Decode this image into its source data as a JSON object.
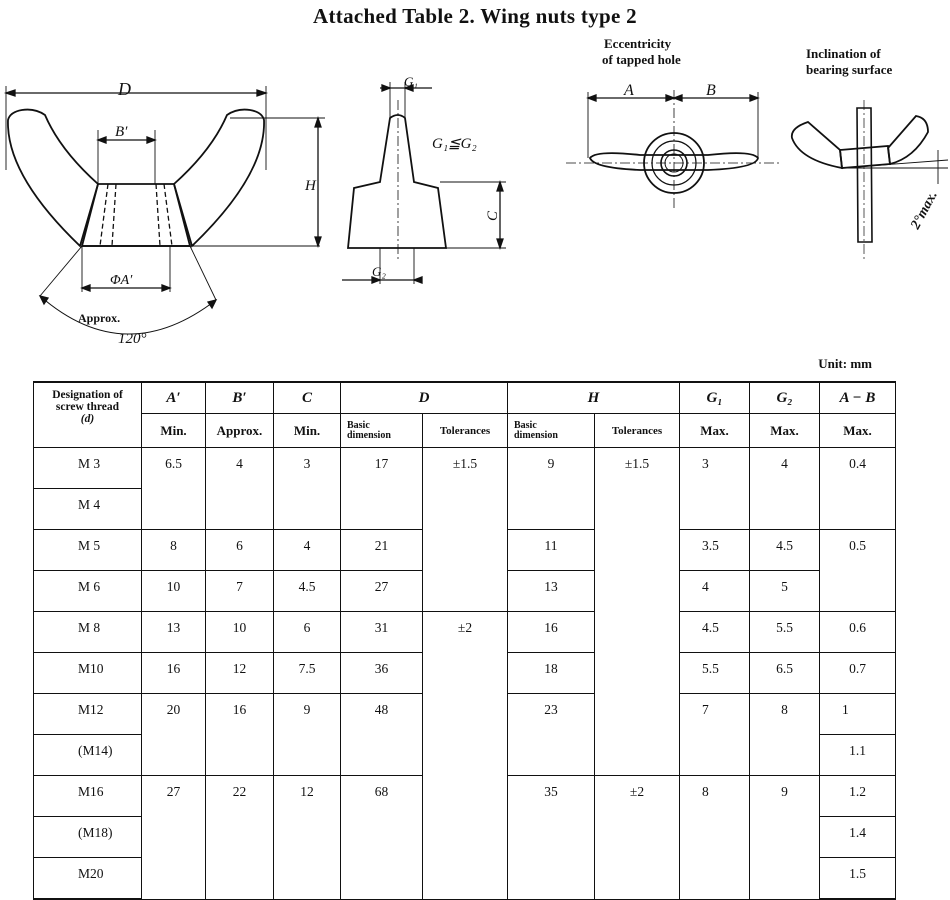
{
  "title": "Attached Table 2.   Wing nuts type 2",
  "unit": "Unit: mm",
  "figures": {
    "label_D": "D",
    "label_B_prime": "B′",
    "label_H": "H",
    "label_phiA": "ΦA′",
    "label_approx": "Approx.",
    "label_120": "120°",
    "label_G1": "G₁",
    "label_G2": "G₂",
    "label_G_relation": "G₁≦G₂",
    "label_C": "C",
    "label_A": "A",
    "label_B": "B",
    "eccentricity_line1": "Eccentricity",
    "eccentricity_line2": "of tapped hole",
    "inclination_line1": "Inclination of",
    "inclination_line2": "bearing surface",
    "label_2max": "2°max."
  },
  "table": {
    "headers": {
      "designation_l1": "Designation of",
      "designation_l2": "screw thread",
      "designation_l3": "(d)",
      "A_prime": "A′",
      "B_prime": "B′",
      "C": "C",
      "D": "D",
      "H": "H",
      "G1": "G₁",
      "G2": "G₂",
      "AB": "A − B",
      "min": "Min.",
      "approx": "Approx.",
      "basic_l1": "Basic",
      "basic_l2": "dimension",
      "tolerances": "Tolerances",
      "max": "Max."
    },
    "threads": [
      "M 3",
      "M 4",
      "M 5",
      "M 6",
      "M 8",
      "M10",
      "M12",
      "(M14)",
      "M16",
      "(M18)",
      "M20"
    ],
    "A_min": [
      "6.5",
      "8",
      "10",
      "13",
      "16",
      "20",
      "27"
    ],
    "B_approx": [
      "4",
      "6",
      "7",
      "10",
      "12",
      "16",
      "22"
    ],
    "C_min": [
      "3",
      "4",
      "4.5",
      "6",
      "7.5",
      "9",
      "12"
    ],
    "D_basic": [
      "17",
      "21",
      "27",
      "31",
      "36",
      "48",
      "68"
    ],
    "D_tol": [
      "±1.5",
      "±2"
    ],
    "H_basic": [
      "9",
      "11",
      "13",
      "16",
      "18",
      "23",
      "35"
    ],
    "H_tol": [
      "±1.5",
      "±2"
    ],
    "G1_max": [
      "3",
      "3.5",
      "4",
      "4.5",
      "5.5",
      "7",
      "8"
    ],
    "G2_max": [
      "4",
      "4.5",
      "5",
      "5.5",
      "6.5",
      "8",
      "9"
    ],
    "AB_max": [
      "0.4",
      "0.5",
      "0.6",
      "0.7",
      "1",
      "1.1",
      "1.2",
      "1.4",
      "1.5"
    ]
  }
}
